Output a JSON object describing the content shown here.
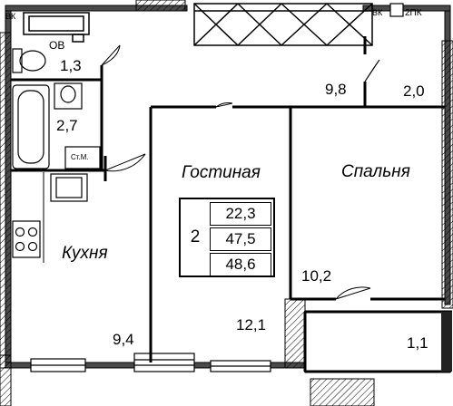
{
  "labels": {
    "tags": {
      "ve": "ВК",
      "ov": "ОВ",
      "st": "Ст.М.",
      "vk": "ВК",
      "pk": "2ПК"
    },
    "areas": {
      "wc": "1,3",
      "bath": "2,7",
      "hall": "9,8",
      "storage": "2,0",
      "kitchen": "9,4",
      "living": "12,1",
      "bedroom": "10,2",
      "balcony": "1,1"
    },
    "rooms": {
      "living": "Гостиная",
      "bedroom": "Спальня",
      "kitchen": "Кухня"
    }
  },
  "summary": {
    "room_count": "2",
    "living_area": "22,3",
    "total_area": "47,5",
    "total_with_balcony": "48,6"
  }
}
